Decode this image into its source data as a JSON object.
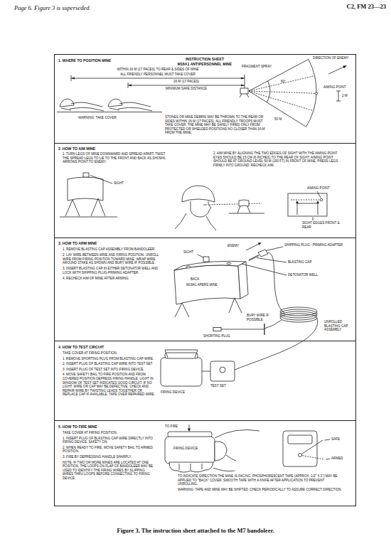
{
  "diagram": {
    "caption": "Figure 3.  The instruction sheet attached to the M7 bandoleer.",
    "nodes": [
      {
        "text": [
          "INSTRUCTION SHEET",
          "M18A1 ANTIPERSONNEL MINE"
        ]
      },
      {
        "text": [
          "1. WHERE TO POSITION MINE",
          "STONES OR MINE DEBRIS MAY BE THROWN TO THE REAR OR SIDES WITHIN 16 M (17 PACES). ALL FRIENDLY TROOPS MUST TAKE COVER. THE MINE MAY BE SAFELY FIRED ONLY FROM PROTECTED OR SHIELDED POSITIONS NO CLOSER THAN 16 M FROM THE MINE."
        ],
        "in": 0
      },
      {
        "text": [
          "2. HOW TO AIM MINE",
          "1. TURN LEGS OF MINE DOWNWARD AND SPREAD APART. TWIST THE SPREAD LEGS TO LIE TO THE FRONT AND BACK AS SHOWN, ARROWS POINT TO ENEMY.",
          "2. AIM MINE BY ALIGNING THE TWO EDGES OF SIGHT WITH THE AIMING POINT. EYES SHOULD BE 15 CM (6 INCHES) TO THE REAR OF SIGHT. AIMING POINT SHOULD BE AT GROUND LEVEL 50 M (150 FT) IN FRONT OF MINE. PRESS LEGS FIRMLY INTO GROUND. RECHECK AIM."
        ],
        "in": 0
      },
      {
        "text": [
          "3. HOW TO ARM MINE",
          "1. REMOVE BLASTING CAP ASSEMBLY FROM BANDOLEER.",
          "2. LAY WIRE BETWEEN MINE AND FIRING POSITION. UNROLL WIRE FROM FIRING POSITION TOWARD MINE. WRAP WIRE AROUND STAKE AS SHOWN AND BURY WIRE IF POSSIBLE.",
          "3. INSERT BLASTING CAP IN EITHER DETONATOR WELL AND LOCK WITH SHIPPING PLUG-PRIMING ADAPTER.",
          "4. RECHECK AIM OF MINE AFTER ARMING."
        ],
        "in": 0
      },
      {
        "text": [
          "4. HOW TO TEST CIRCUIT",
          "TAKE COVER AT FIRING POSITION.",
          "1. REMOVE SHORTING PLUG FROM BLASTING CAP WIRE.",
          "2. INSERT PLUG OF BLASTING CAP WIRE INTO TEST SET.",
          "3. INSERT PLUG OF TEST SET INTO FIRING DEVICE.",
          "4. MOVE SAFETY BAIL TO FIRE POSITION AND FROM COVERED POSITION DEPRESS FIRING HANDLE. LIGHT IN WINDOW OF TEST SET INDICATES GOOD CIRCUIT. IF NO LIGHT, WIRE OR CAP MAY BE DEFECTIVE. CHECK AND REPAIR WIRE BY TWISTING LEADS TOGETHER OR REPLACE CAP IF AVAILABLE. TAPE OVER REPAIRED WIRE."
        ],
        "in": 0
      },
      {
        "text": [
          "5. HOW TO FIRE MINE",
          "TAKE COVER AT FIRING POSITION.",
          "1. INSERT PLUG OF BLASTING CAP WIRE DIRECTLY INTO FIRING DEVICE. SAFETY ON.",
          "2. WHEN READY TO FIRE, MOVE SAFETY BAIL TO ARMED POSITION.",
          "3. FIRE BY DEPRESSING HANDLE SHARPLY.",
          "NOTE: IF TWO OR MORE MINES ARE LOCATED AT ONE POSITION, THE LOOPS ON FLAP OF BANDOLEER MAY BE USED TO IDENTIFY THE FIRING WIRES BY SLIPPING WIRES THRU LOOPS BEFORE CONNECTING TO FIRING DEVICE.",
          "TO INDICATE DIRECTION THE MINE IS FACING, PHOSPHORESCENT TAPE (APPROX. 1/2\" X 1\") MAY BE APPLIED TO \"BACK\" COVER. SMOOTH TAPE WITH A KNIFE AFTER APPLICATION TO PREVENT UNROLLING.",
          "WARNING: TAPE AND MINE MAY BE SHIFTED. CHECK PERIODICALLY TO ASSURE CORRECT DIRECTION."
        ],
        "in": 0
      }
    ],
    "labels": [
      "Page 6. Figure 3 is superseded.",
      "C2, FM 23—23",
      "WITHIN 16 M (17 PACES) TO REAR & SIDES OF MINE",
      "ALL FRIENDLY PERSONNEL MUST TAKE COVER",
      "16 M (17 PACES)",
      "MINIMUM SAFE DISTANCE",
      "WARNING: TAKE COVER",
      "FRAGMENT SPRAY",
      "DIRECTION OF ENEMY",
      "60°",
      "50 M",
      "AIMING POINT",
      "2 M",
      "SIGHT",
      "AIMING POINT",
      "SIGHT EDGES FRONT & REAR",
      "ENEMY",
      "SIGHT",
      "SHIPPING PLUG - PRIMING ADAPTER",
      "BLASTING CAP",
      "DETONATOR WELL",
      "BACK",
      "M18A1 APERS MINE",
      "BURY WIRE IF POSSIBLE",
      "UNROLLED BLASTING CAP ASSEMBLY",
      "SHORTING PLUG",
      "FIRING DEVICE",
      "TEST SET",
      "TO FIRE",
      "FIRING DEVICE",
      "SAFE",
      "ARMED"
    ]
  }
}
